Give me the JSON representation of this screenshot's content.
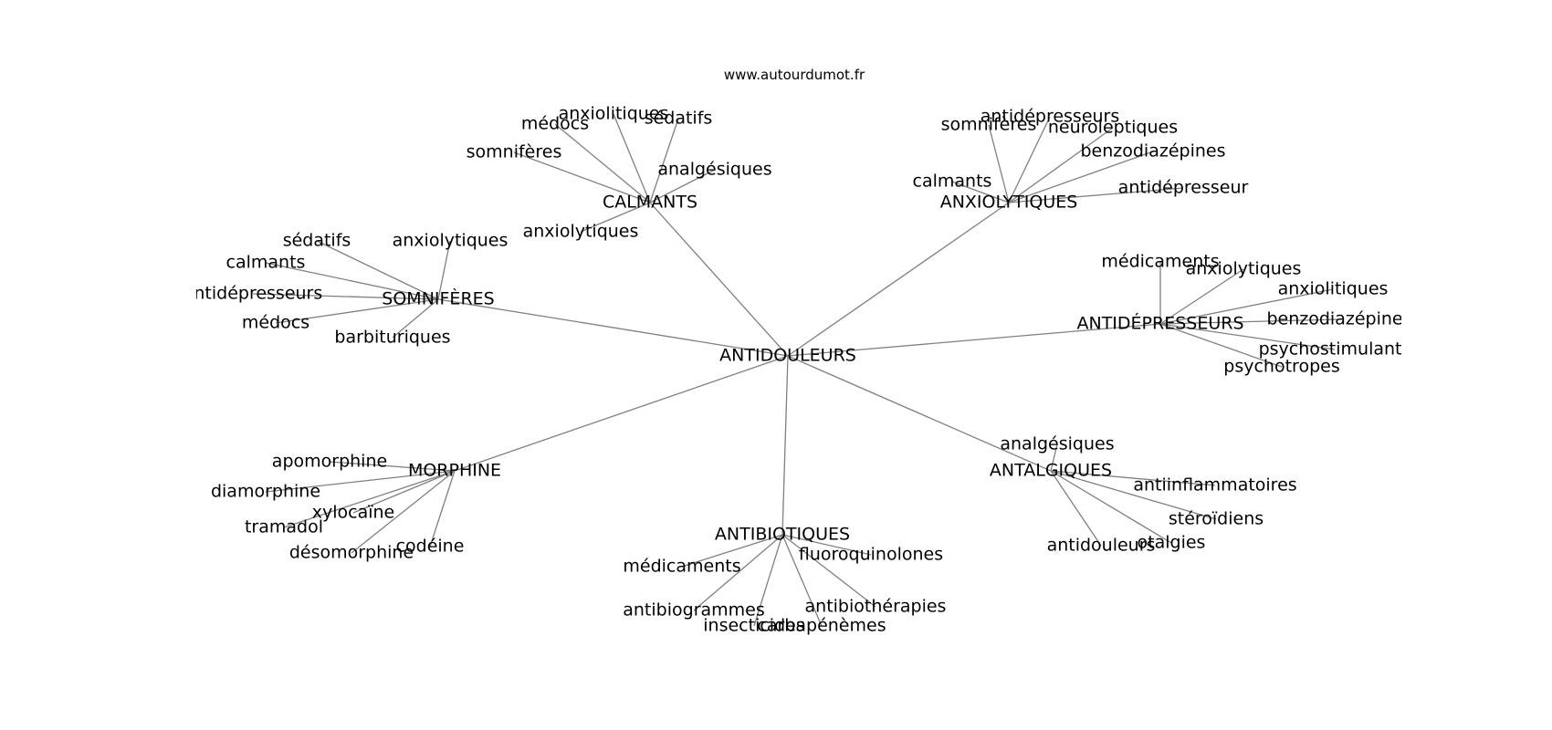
{
  "source": "www.autourdumot.fr",
  "center": "ANTIDOULEURS",
  "edge_color": "#808080",
  "clusters": [
    {
      "label": "CALMANTS",
      "leaves": [
        "anxiolitiques",
        "médocs",
        "sédatifs",
        "somnifères",
        "analgésiques",
        "anxiolytiques"
      ]
    },
    {
      "label": "ANXIOLYTIQUES",
      "leaves": [
        "antidépresseurs",
        "somnifères",
        "neuroleptiques",
        "benzodiazépines",
        "calmants",
        "antidépresseur"
      ]
    },
    {
      "label": "SOMNIFÈRES",
      "leaves": [
        "sédatifs",
        "anxiolytiques",
        "calmants",
        "antidépresseurs",
        "médocs",
        "barbituriques"
      ]
    },
    {
      "label": "ANTIDÉPRESSEURS",
      "leaves": [
        "médicaments",
        "anxiolytiques",
        "anxiolitiques",
        "benzodiazépines",
        "psychostimulants",
        "psychotropes"
      ]
    },
    {
      "label": "MORPHINE",
      "leaves": [
        "apomorphine",
        "diamorphine",
        "xylocaïne",
        "tramadol",
        "désomorphine",
        "codéine"
      ]
    },
    {
      "label": "ANTALGIQUES",
      "leaves": [
        "analgésiques",
        "antiinflammatoires",
        "stéroïdiens",
        "antidouleurs",
        "otalgies"
      ]
    },
    {
      "label": "ANTIBIOTIQUES",
      "leaves": [
        "fluoroquinolones",
        "médicaments",
        "antibiothérapies",
        "antibiogrammes",
        "insecticides",
        "carbapénèmes"
      ]
    }
  ]
}
